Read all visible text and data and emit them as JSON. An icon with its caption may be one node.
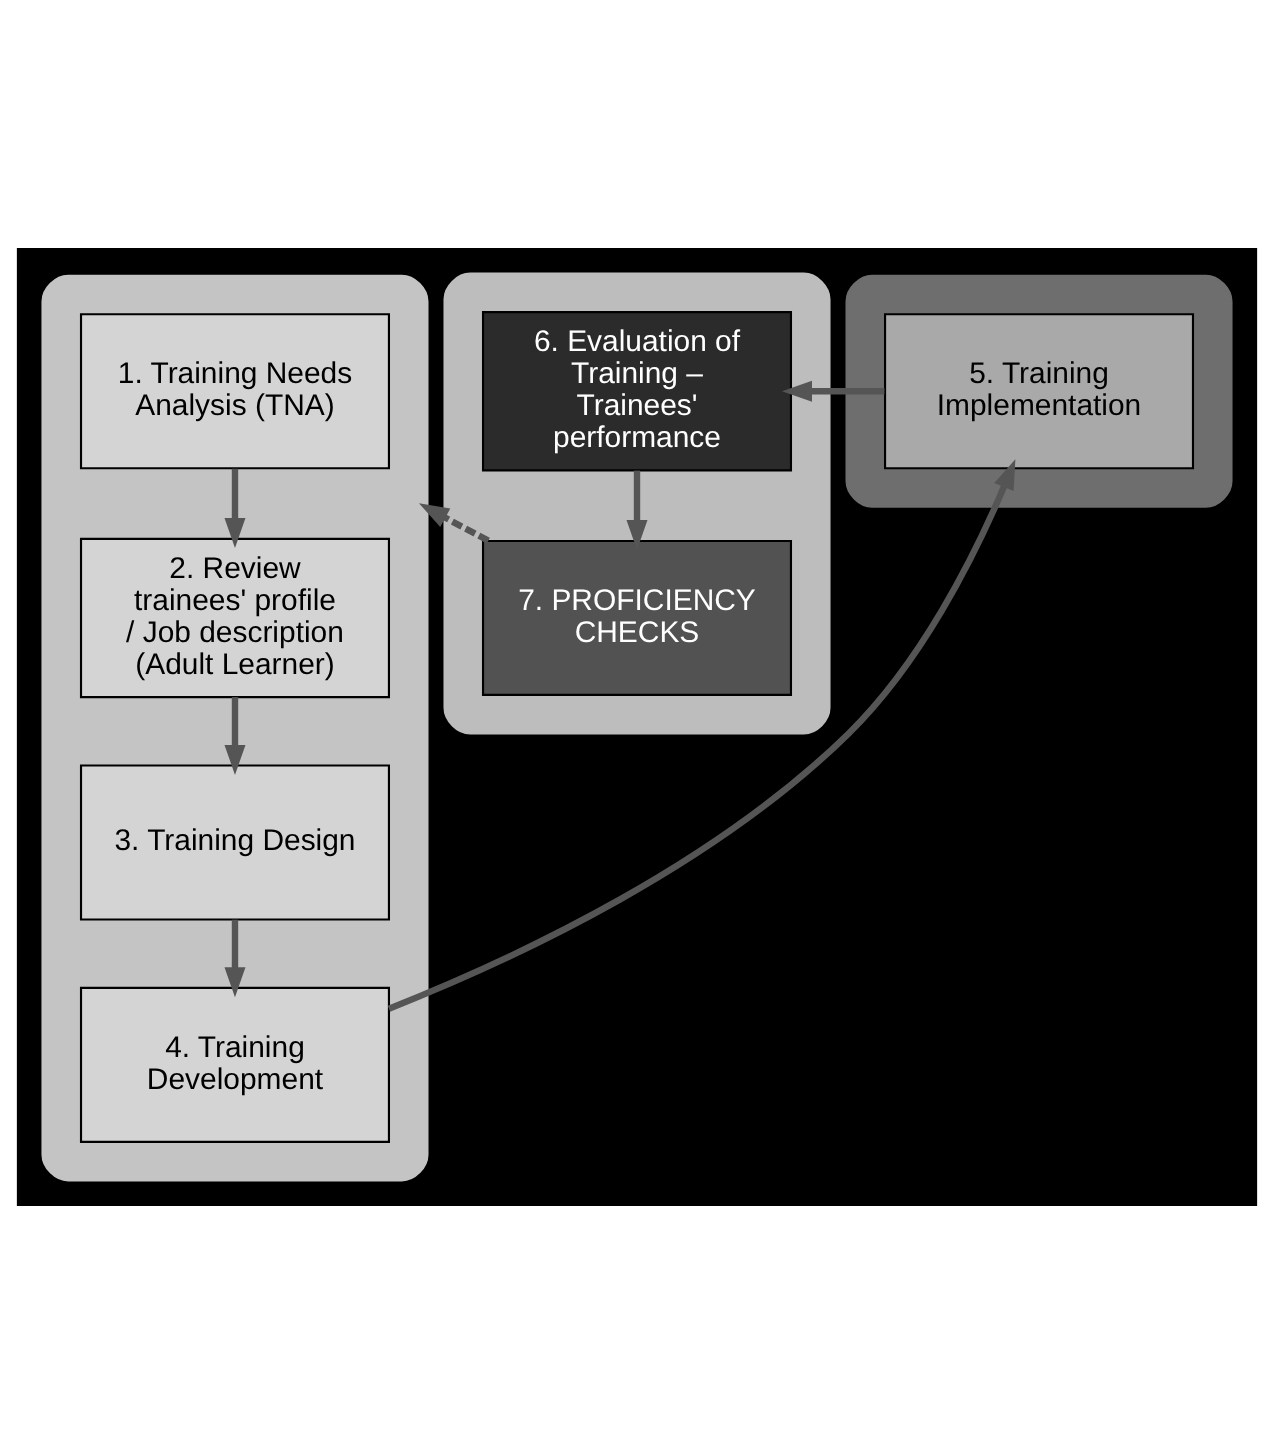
{
  "diagram": {
    "nodes": [
      {
        "text": [],
        "shape": "box"
      },
      {
        "text": [
          "1. Training Needs Analysis (TNA)"
        ],
        "in": 0
      },
      {
        "text": [
          "2. Review trainees' profile / Job description (Adult Learner)"
        ],
        "in": 0
      },
      {
        "text": [
          "3. Training Design"
        ],
        "in": 0
      },
      {
        "text": [
          "4. Training Development"
        ],
        "in": 0
      },
      {
        "text": [],
        "shape": "box"
      },
      {
        "text": [
          "5. Training Implementation"
        ],
        "in": 5
      },
      {
        "text": [],
        "shape": "box"
      },
      {
        "text": [
          "6. Evaluation of Training – Trainees' performance"
        ],
        "in": 7
      },
      {
        "text": [
          "7. PROFICIENCY CHECKS"
        ],
        "in": 7
      }
    ],
    "edges": [
      {
        "from": 1,
        "to": 2,
        "arrow": "to"
      },
      {
        "from": 2,
        "to": 3,
        "arrow": "to"
      },
      {
        "from": 3,
        "to": 4,
        "arrow": "to"
      },
      {
        "from": 4,
        "to": 6,
        "arrow": "to"
      },
      {
        "from": 6,
        "to": 8,
        "arrow": "to"
      },
      {
        "from": 8,
        "to": 9,
        "arrow": "to"
      },
      {
        "from": 9,
        "to": 0,
        "arrow": "to",
        "style": "dashed"
      }
    ]
  }
}
